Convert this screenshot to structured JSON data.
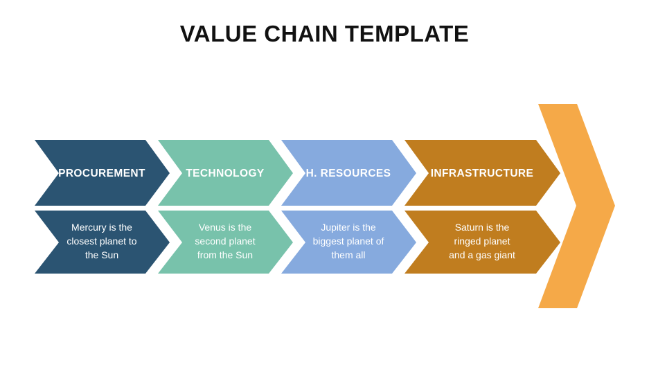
{
  "slide": {
    "title": "VALUE CHAIN TEMPLATE",
    "background_color": "#ffffff"
  },
  "chart_data": {
    "type": "diagram",
    "diagram_style": "value-chain-chevron",
    "title": "VALUE CHAIN TEMPLATE",
    "stage_count": 4,
    "reading_direction": "left-to-right",
    "stages": [
      {
        "label": "PROCUREMENT",
        "description": "Mercury is the closest planet to the Sun",
        "description_lines": [
          "Mercury is the",
          "closest planet to",
          "the Sun"
        ],
        "color": "#2b5472",
        "text_color": "#ffffff"
      },
      {
        "label": "TECHNOLOGY",
        "description": "Venus is the second planet from the Sun",
        "description_lines": [
          "Venus is the",
          "second planet",
          "from the Sun"
        ],
        "color": "#78c2ab",
        "text_color": "#ffffff"
      },
      {
        "label": "H. RESOURCES",
        "description": "Jupiter is the biggest planet of them all",
        "description_lines": [
          "Jupiter is the",
          "biggest planet of",
          "them all"
        ],
        "color": "#86aade",
        "text_color": "#ffffff"
      },
      {
        "label": "INFRASTRUCTURE",
        "description": "Saturn is the ringed planet and a gas giant",
        "description_lines": [
          "Saturn is the",
          "ringed planet",
          "and a gas giant"
        ],
        "color": "#c07d1f",
        "text_color": "#ffffff"
      }
    ],
    "terminal_arrow": {
      "name": "arrowhead",
      "color": "#f5a948",
      "label": ""
    }
  }
}
